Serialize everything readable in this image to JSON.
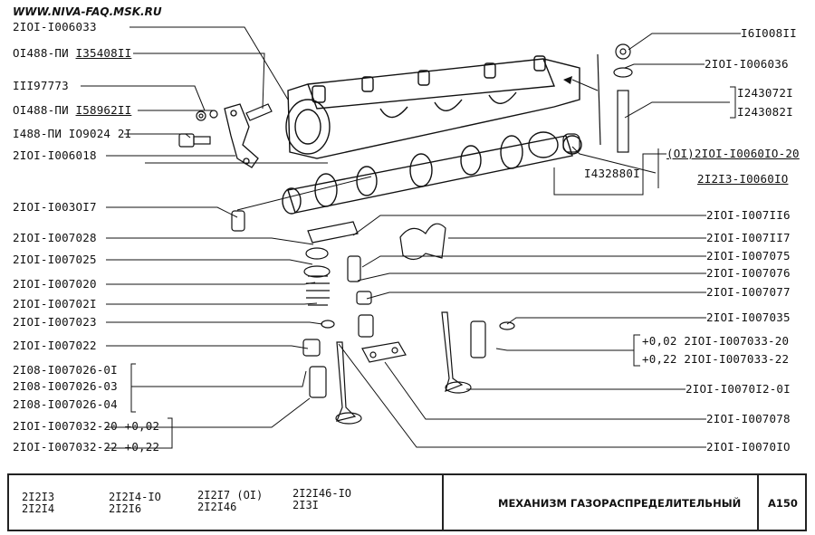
{
  "site": "WWW.NIVA-FAQ.MSK.RU",
  "labels_left": [
    {
      "key": "l1",
      "text": "2IOI-I006033"
    },
    {
      "key": "l2a",
      "text": "OI488-ПИ "
    },
    {
      "key": "l2b",
      "text": "I35408II"
    },
    {
      "key": "l3",
      "text": "III97773"
    },
    {
      "key": "l4a",
      "text": "OI488-ПИ "
    },
    {
      "key": "l4b",
      "text": "I58962II"
    },
    {
      "key": "l5",
      "text": "I488-ПИ IO9024 2I"
    },
    {
      "key": "l6",
      "text": "2IOI-I006018"
    },
    {
      "key": "l7",
      "text": "2IOI-I003OI7"
    },
    {
      "key": "l8",
      "text": "2IOI-I007028"
    },
    {
      "key": "l9",
      "text": "2IOI-I007025"
    },
    {
      "key": "l10",
      "text": "2IOI-I007020"
    },
    {
      "key": "l11",
      "text": "2IOI-I00702I"
    },
    {
      "key": "l12",
      "text": "2IOI-I007023"
    },
    {
      "key": "l13",
      "text": "2IOI-I007022"
    },
    {
      "key": "l14",
      "text": "2I08-I007026-0I"
    },
    {
      "key": "l15",
      "text": "2I08-I007026-03"
    },
    {
      "key": "l16",
      "text": "2I08-I007026-04"
    },
    {
      "key": "l17",
      "text": "2IOI-I007032-20  +0,02"
    },
    {
      "key": "l18",
      "text": "2IOI-I007032-22  +0,22"
    }
  ],
  "labels_right": [
    {
      "key": "r1",
      "text": "I6I008II"
    },
    {
      "key": "r2",
      "text": "2IOI-I006036"
    },
    {
      "key": "r3",
      "text": "I243072I"
    },
    {
      "key": "r4",
      "text": "I243082I"
    },
    {
      "key": "r5",
      "text": "(OI)2IOI-I0060IO-20"
    },
    {
      "key": "r6",
      "text": "2I2I3-I0060IO"
    },
    {
      "key": "r7",
      "text": "I432880I"
    },
    {
      "key": "r8",
      "text": "2IOI-I007II6"
    },
    {
      "key": "r9",
      "text": "2IOI-I007II7"
    },
    {
      "key": "r10",
      "text": "2IOI-I007075"
    },
    {
      "key": "r11",
      "text": "2IOI-I007076"
    },
    {
      "key": "r12",
      "text": "2IOI-I007077"
    },
    {
      "key": "r13",
      "text": "2IOI-I007035"
    },
    {
      "key": "r14",
      "text": "+0,02  2IOI-I007033-20"
    },
    {
      "key": "r15",
      "text": "+0,22  2IOI-I007033-22"
    },
    {
      "key": "r16",
      "text": "2IOI-I0070I2-0I"
    },
    {
      "key": "r17",
      "text": "2IOI-I007078"
    },
    {
      "key": "r18",
      "text": "2IOI-I0070IO"
    }
  ],
  "title_block": {
    "models": [
      {
        "key": "m1",
        "line1": "2I2I3",
        "line2": "2I2I4"
      },
      {
        "key": "m2",
        "line1": "2I2I4-IO",
        "line2": "2I2I6"
      },
      {
        "key": "m3",
        "line1": "2I2I7 (OI)",
        "line2": "2I2I46"
      },
      {
        "key": "m4",
        "line1": "2I2I46-IO",
        "line2": "2I3I"
      }
    ],
    "title": "МЕХАНИЗМ  ГАЗОРАСПРЕДЕЛИТЕЛЬНЫЙ",
    "sheet_code": "A150"
  }
}
